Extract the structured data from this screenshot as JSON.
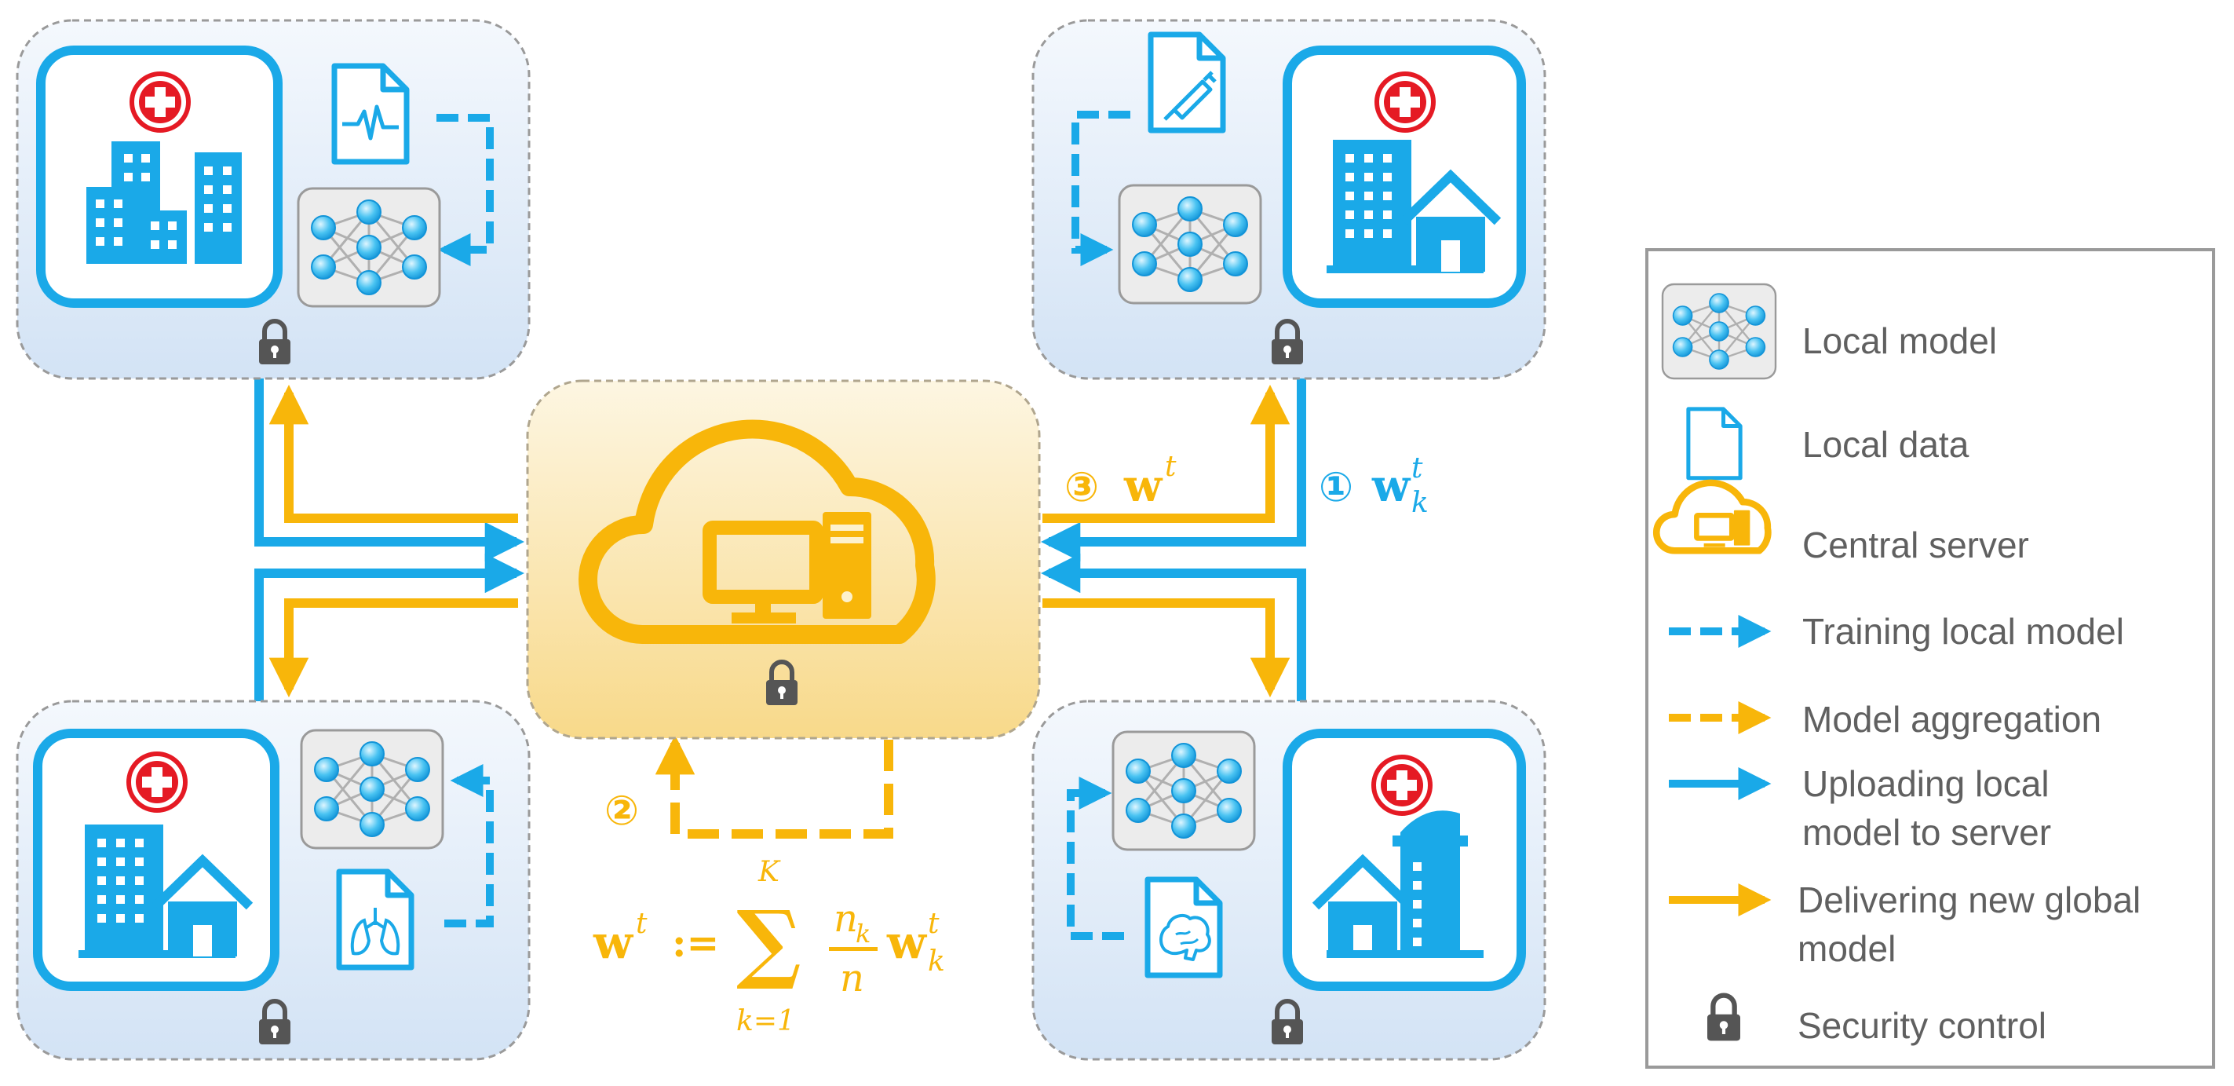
{
  "colors": {
    "blue": "#1AA9E8",
    "orange": "#F8B60A",
    "red": "#E51A24",
    "gray": "#555555",
    "legend_text": "#606060",
    "node_border": "#9a9a9a"
  },
  "steps": {
    "upload": {
      "number": "①",
      "label_main": "w",
      "label_sup": "t",
      "label_sub": "k"
    },
    "aggregate": {
      "number": "②"
    },
    "deliver": {
      "number": "③",
      "label_main": "w",
      "label_sup": "t"
    }
  },
  "formula": {
    "lhs_main": "w",
    "lhs_sup": "t",
    "assign": ":=",
    "sigma": "∑",
    "upper": "K",
    "lower": "k=1",
    "numer_main": "n",
    "numer_sub": "k",
    "denom": "n",
    "rhs_main": "w",
    "rhs_sup": "t",
    "rhs_sub": "k"
  },
  "legend": {
    "items": [
      {
        "icon": "neural-network-icon",
        "label": "Local model"
      },
      {
        "icon": "document-icon",
        "label": "Local data"
      },
      {
        "icon": "cloud-server-icon",
        "label": "Central server"
      },
      {
        "icon": "dashed-blue-arrow-icon",
        "label": "Training local model"
      },
      {
        "icon": "dashed-orange-arrow-icon",
        "label": "Model aggregation"
      },
      {
        "icon": "solid-blue-arrow-icon",
        "label_line1": "Uploading local",
        "label_line2": "model to server"
      },
      {
        "icon": "solid-orange-arrow-icon",
        "label_line1": "Delivering new global",
        "label_line2": "model"
      },
      {
        "icon": "lock-icon",
        "label": "Security control"
      }
    ]
  }
}
